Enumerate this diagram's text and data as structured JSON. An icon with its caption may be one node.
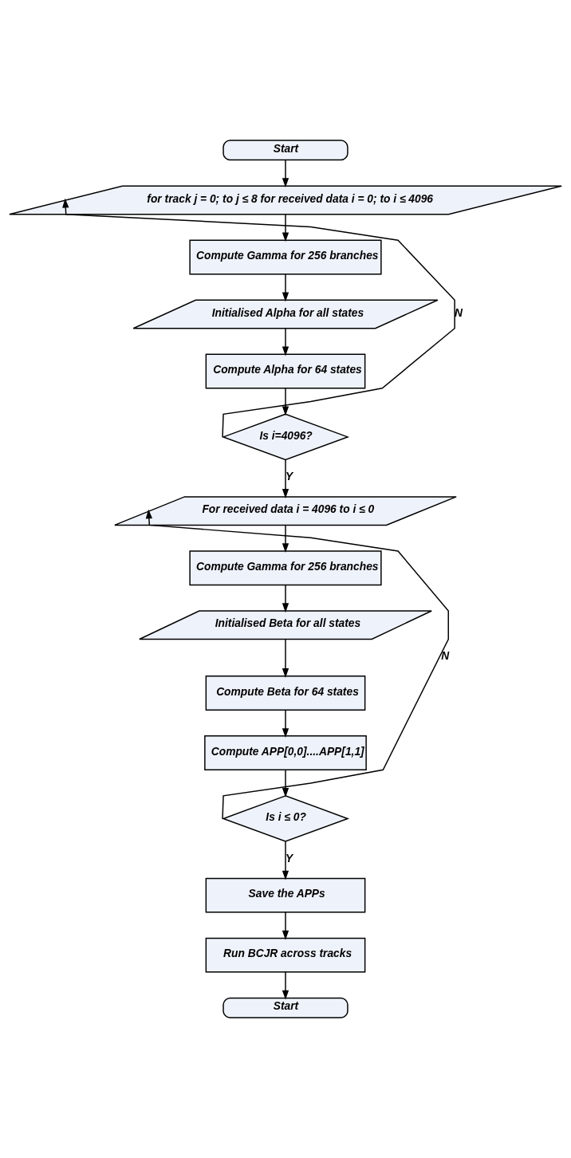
{
  "diagram": {
    "nodes": [
      {
        "text": [
          "Start"
        ]
      },
      {
        "text": [
          "for track j = 0; to j ≤ 8 for received data i = 0; to i ≤ 4096"
        ]
      },
      {
        "text": [
          "Compute Gamma for 256 branches"
        ]
      },
      {
        "text": [
          "Initialised Alpha for all states"
        ]
      },
      {
        "text": [
          "Compute Alpha for 64 states"
        ]
      },
      {
        "text": [
          "Is i=4096?"
        ]
      },
      {
        "text": [
          "For received data i = 4096 to i ≤ 0"
        ]
      },
      {
        "text": [
          "Compute Gamma for 256 branches"
        ]
      },
      {
        "text": [
          "Initialised Beta for all states"
        ]
      },
      {
        "text": [
          "Compute Beta for 64 states"
        ]
      },
      {
        "text": [
          "Compute APP[0,0]....APP[1,1]"
        ]
      },
      {
        "text": [
          "Is i ≤ 0?"
        ]
      },
      {
        "text": [
          "Save the APPs"
        ]
      },
      {
        "text": [
          "Run BCJR across tracks"
        ]
      },
      {
        "text": [
          "Start"
        ]
      }
    ],
    "edges": [
      {
        "from": 0,
        "to": 1,
        "arrow": "to"
      },
      {
        "from": 1,
        "to": 2,
        "arrow": "to"
      },
      {
        "from": 2,
        "to": 3,
        "arrow": "to"
      },
      {
        "from": 3,
        "to": 4,
        "arrow": "to"
      },
      {
        "from": 4,
        "to": 5,
        "arrow": "to"
      },
      {
        "from": 5,
        "to": 1,
        "arrow": "to",
        "label": "N"
      },
      {
        "from": 5,
        "to": 6,
        "arrow": "to",
        "label": "Y"
      },
      {
        "from": 6,
        "to": 7,
        "arrow": "to"
      },
      {
        "from": 7,
        "to": 8,
        "arrow": "to"
      },
      {
        "from": 8,
        "to": 9,
        "arrow": "to"
      },
      {
        "from": 9,
        "to": 10,
        "arrow": "to"
      },
      {
        "from": 10,
        "to": 11,
        "arrow": "to"
      },
      {
        "from": 11,
        "to": 6,
        "arrow": "to",
        "label": "N"
      },
      {
        "from": 11,
        "to": 12,
        "arrow": "to",
        "label": "Y"
      },
      {
        "from": 12,
        "to": 13,
        "arrow": "to"
      },
      {
        "from": 13,
        "to": 14,
        "arrow": "to"
      }
    ]
  }
}
